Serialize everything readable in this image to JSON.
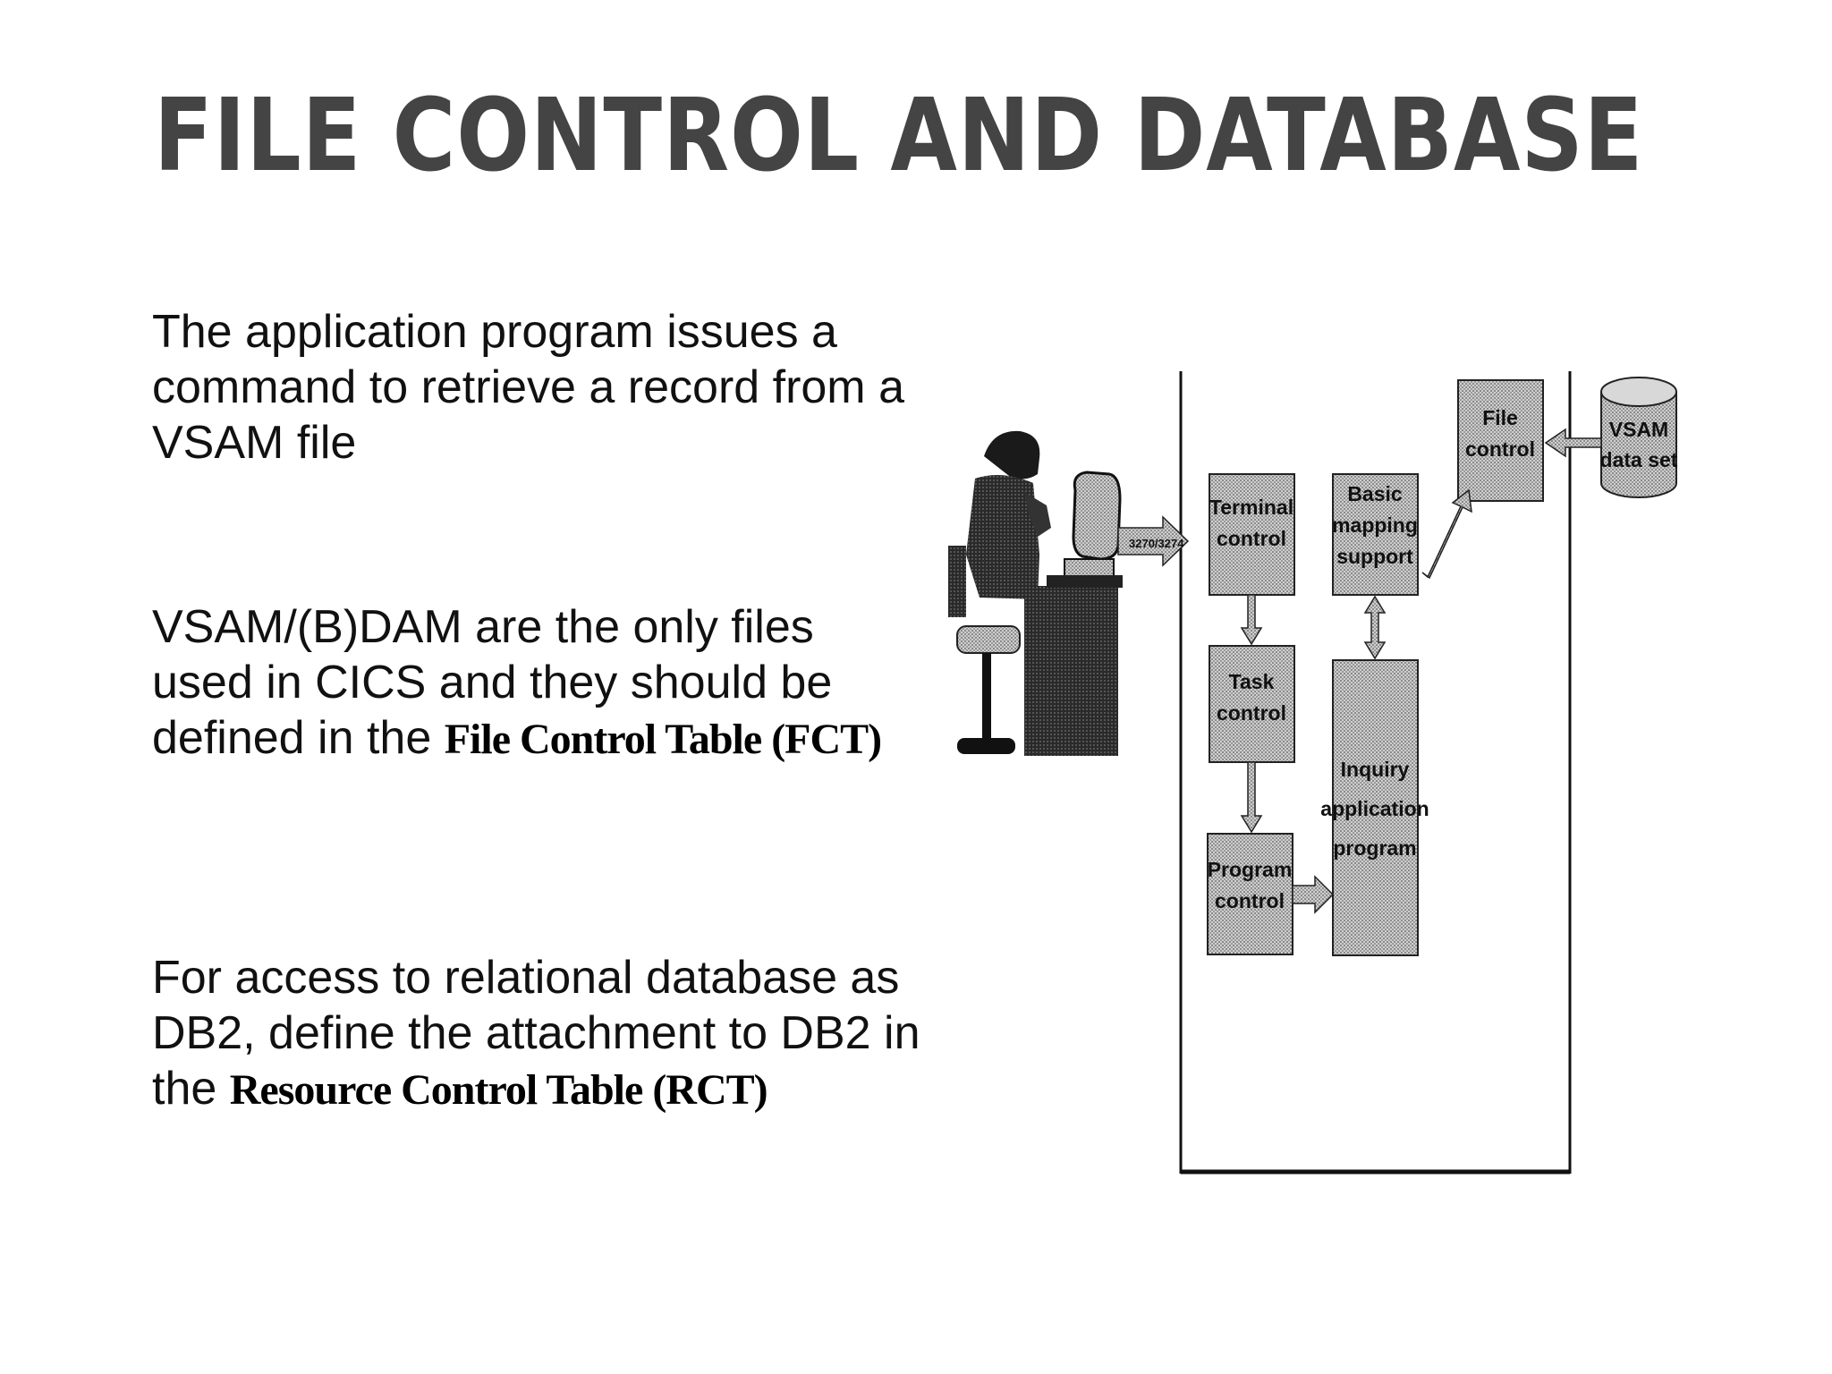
{
  "slide": {
    "title": "FILE CONTROL AND DATABASE",
    "p1": "The application program issues a command to retrieve a record from a VSAM file",
    "p2_text": "VSAM/(B)DAM are the only files used in CICS and they should be defined in the ",
    "p2_highlight": "File Control Table (FCT)",
    "p3_text": "For access to relational database as DB2, define the attachment to DB2 in the ",
    "p3_highlight": "Resource Control Table (RCT)"
  },
  "diagram": {
    "terminal_control": [
      "Terminal",
      "control"
    ],
    "task_control": [
      "Task",
      "control"
    ],
    "program_control": [
      "Program",
      "control"
    ],
    "bms": [
      "Basic",
      "mapping",
      "support"
    ],
    "inquiry_program": [
      "Inquiry",
      "application",
      "program"
    ],
    "file_control": [
      "File",
      "control"
    ],
    "vsam_dataset": [
      "VSAM",
      "data set"
    ],
    "network_label": "3270/3274"
  }
}
